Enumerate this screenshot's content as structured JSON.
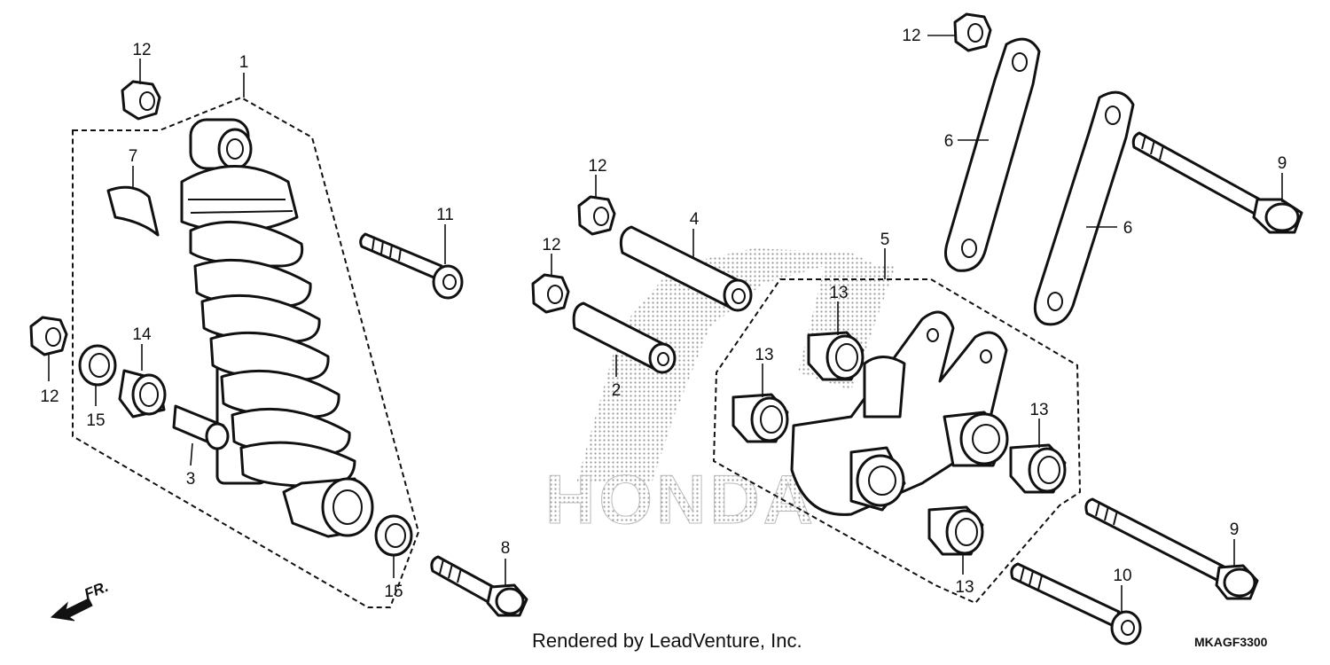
{
  "callouts": {
    "c1": "1",
    "c2": "2",
    "c3": "3",
    "c4": "4",
    "c5": "5",
    "c6a": "6",
    "c6b": "6",
    "c7": "7",
    "c8": "8",
    "c9a": "9",
    "c9b": "9",
    "c10": "10",
    "c11": "11",
    "c12a": "12",
    "c12b": "12",
    "c12c": "12",
    "c12d": "12",
    "c12e": "12",
    "c13a": "13",
    "c13b": "13",
    "c13c": "13",
    "c13d": "13",
    "c14": "14",
    "c15a": "15",
    "c15b": "15"
  },
  "direction_label": "FR.",
  "watermark": "HONDA",
  "credit": "Rendered by LeadVenture, Inc.",
  "diagram_code": "MKAGF3300",
  "colors": {
    "ink": "#111111",
    "background": "#ffffff",
    "watermark": "#bbbbbb"
  },
  "icons": {
    "direction": "front-arrow-icon"
  }
}
